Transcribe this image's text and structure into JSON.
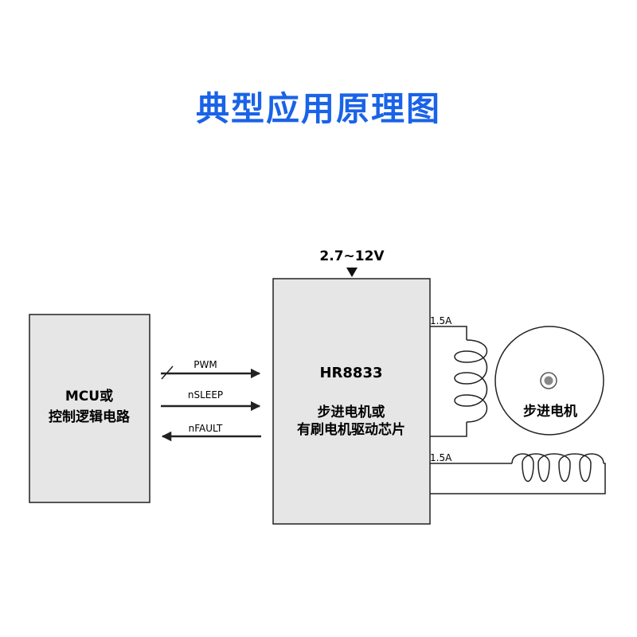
{
  "colors": {
    "title": "#1a63e8",
    "box_fill": "#e6e6e6",
    "stroke": "#222222",
    "text": "#000000"
  },
  "title": "典型应用原理图",
  "mcu": {
    "line1": "MCU或",
    "line2": "控制逻辑电路"
  },
  "driver": {
    "name": "HR8833",
    "line1": "步进电机或",
    "line2": "有刷电机驱动芯片"
  },
  "supply": {
    "label": "2.7~12V"
  },
  "signals": {
    "pwm": "PWM",
    "nsleep": "nSLEEP",
    "nfault": "nFAULT"
  },
  "currents": {
    "top": "1.5A",
    "bottom": "1.5A"
  },
  "motor": {
    "label": "步进电机"
  },
  "icons": {
    "supply_arrow": "triangle-down-icon",
    "bus_marker": "slash-icon",
    "coil": "inductor-coil-icon",
    "motor_center": "motor-shaft-icon"
  }
}
